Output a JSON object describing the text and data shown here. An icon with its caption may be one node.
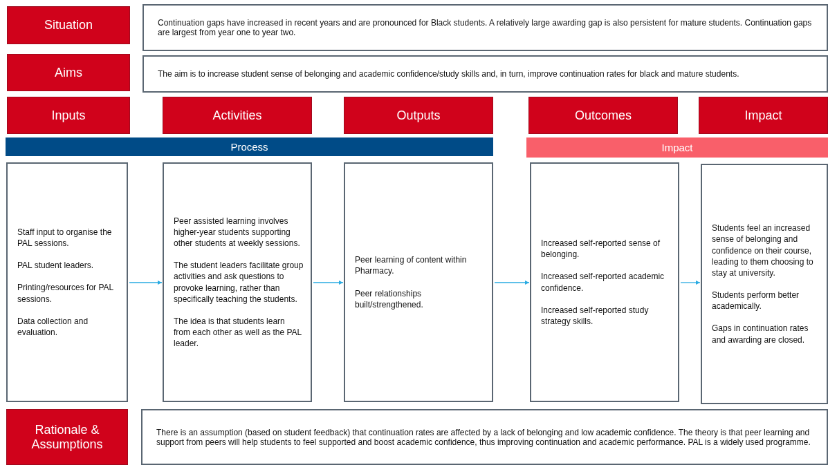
{
  "diagram": {
    "nodes": [
      {
        "text": [
          "Situation"
        ]
      },
      {
        "text": [
          "Continuation gaps have increased in recent years and are pronounced for Black students. A relatively large awarding gap is also persistent for mature students. Continuation gaps are largest from year one to year two."
        ]
      },
      {
        "text": [
          "Aims"
        ]
      },
      {
        "text": [
          "The aim is to increase student sense of belonging and academic confidence/study skills and, in turn, improve continuation rates for black and mature students."
        ]
      },
      {
        "text": [
          "Inputs"
        ]
      },
      {
        "text": [
          "Activities"
        ]
      },
      {
        "text": [
          "Outputs"
        ]
      },
      {
        "text": [
          "Outcomes"
        ]
      },
      {
        "text": [
          "Impact"
        ]
      },
      {
        "text": [
          "Process"
        ]
      },
      {
        "text": [
          "Impact"
        ]
      },
      {
        "text": [
          "Staff input to organise the PAL sessions.",
          "PAL student leaders.",
          "Printing/resources for PAL sessions.",
          "Data collection and evaluation."
        ]
      },
      {
        "text": [
          "Peer assisted learning involves higher-year students supporting other students at weekly sessions.",
          "The student leaders facilitate group activities and ask questions to provoke learning, rather than specifically teaching the students.",
          "The idea is that students learn from each other as well as the PAL leader."
        ]
      },
      {
        "text": [
          "Peer learning of content within Pharmacy.",
          "Peer relationships built/strengthened."
        ]
      },
      {
        "text": [
          "Increased self-reported sense of belonging.",
          "Increased self-reported academic confidence.",
          "Increased self-reported study strategy skills."
        ]
      },
      {
        "text": [
          "Students feel an increased sense of belonging and confidence on their course, leading to them choosing to stay at university.",
          "Students perform better academically.",
          "Gaps in continuation rates and awarding are closed."
        ]
      },
      {
        "text": [
          "Rationale & Assumptions"
        ]
      },
      {
        "text": [
          "There is an assumption (based on student feedback) that continuation rates are affected by a lack of belonging and low academic confidence. The theory is that peer learning and support from peers will help students to feel supported and boost academic confidence, thus improving continuation and academic performance. PAL is a widely used programme."
        ]
      }
    ],
    "edges": [
      {
        "from": 11,
        "to": 12,
        "arrow": "to"
      },
      {
        "from": 12,
        "to": 13,
        "arrow": "to"
      },
      {
        "from": 13,
        "to": 14,
        "arrow": "to"
      },
      {
        "from": 14,
        "to": 15,
        "arrow": "to"
      }
    ]
  }
}
